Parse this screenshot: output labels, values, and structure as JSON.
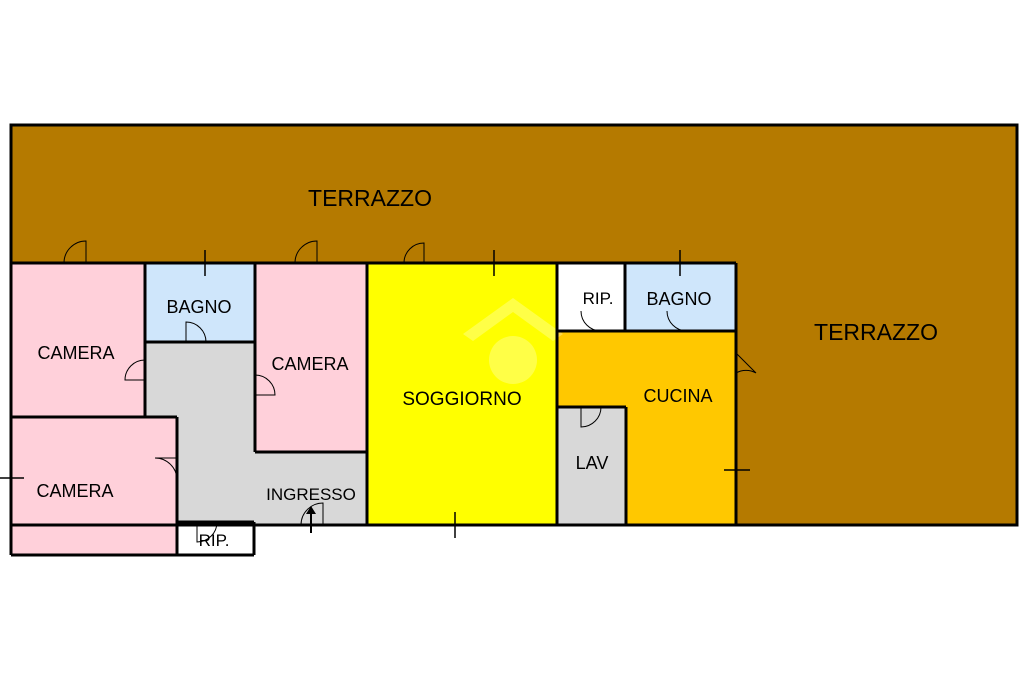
{
  "colors": {
    "terrace": "#b57a00",
    "bedroom": "#ffd0da",
    "bathroom": "#cfe6fb",
    "corridor": "#d8d8d8",
    "living": "#ffff00",
    "kitchen": "#ffc800",
    "storage": "#ffffff",
    "laundry": "#d8d8d8",
    "wall": "#000000"
  },
  "rooms": {
    "terrazzo_top": "TERRAZZO",
    "terrazzo_right": "TERRAZZO",
    "camera_1": "CAMERA",
    "camera_2": "CAMERA",
    "camera_3": "CAMERA",
    "bagno_1": "BAGNO",
    "bagno_2": "BAGNO",
    "soggiorno": "SOGGIORNO",
    "rip_1": "RIP.",
    "rip_2": "RIP.",
    "cucina": "CUCINA",
    "lav": "LAV",
    "ingresso": "INGRESSO"
  },
  "icons": {
    "entrance": "arrow-up-icon",
    "watermark": "house-logo-icon"
  }
}
